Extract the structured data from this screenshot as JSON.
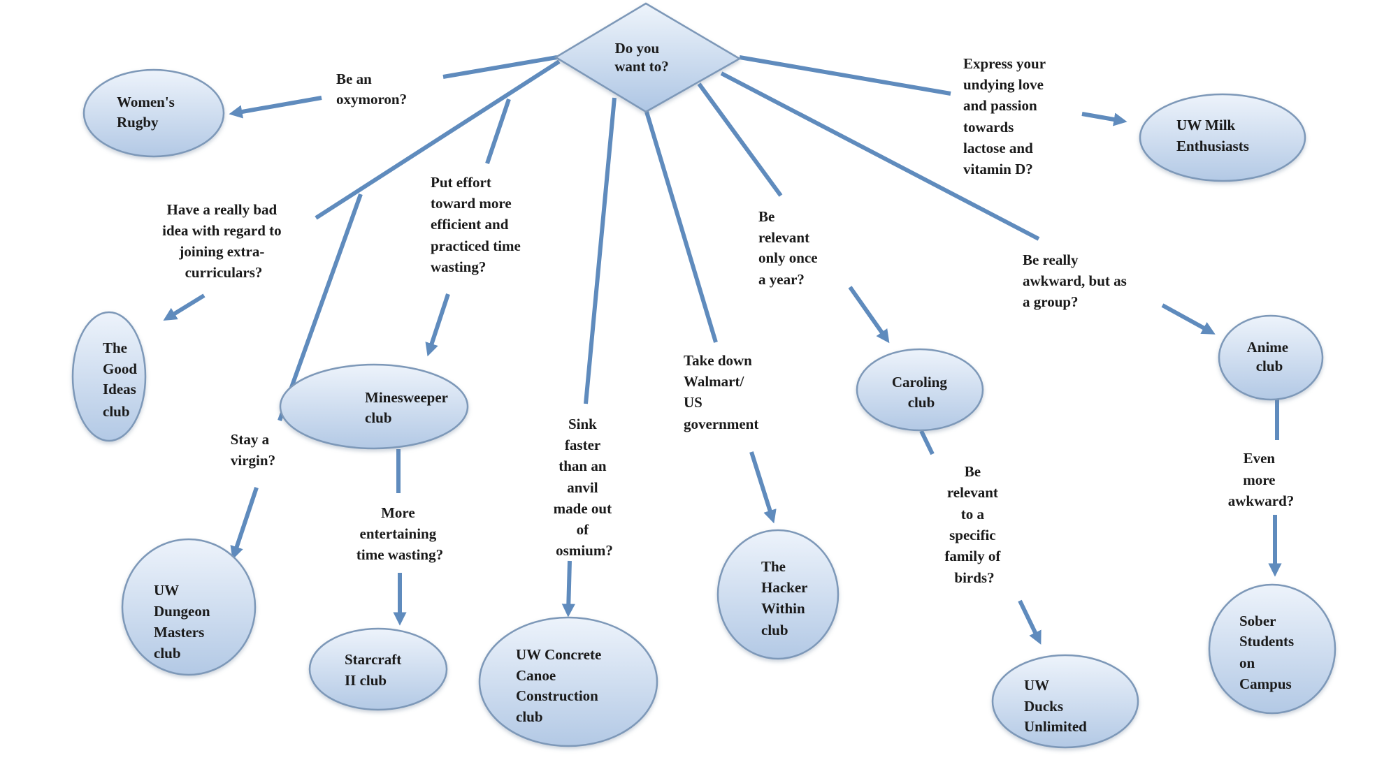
{
  "diagram": {
    "root": {
      "id": "root",
      "lines": [
        "Do you",
        "want to?"
      ]
    },
    "clubs": [
      {
        "id": "womens-rugby",
        "lines": [
          "Women's",
          "Rugby"
        ]
      },
      {
        "id": "good-ideas",
        "lines": [
          "The",
          "Good",
          "Ideas",
          "club"
        ]
      },
      {
        "id": "dungeon-masters",
        "lines": [
          "UW",
          "Dungeon",
          "Masters",
          "club"
        ]
      },
      {
        "id": "minesweeper",
        "lines": [
          "Minesweeper",
          "club"
        ]
      },
      {
        "id": "starcraft",
        "lines": [
          "Starcraft",
          "II club"
        ]
      },
      {
        "id": "concrete-canoe",
        "lines": [
          "UW Concrete",
          "Canoe",
          "Construction",
          "club"
        ]
      },
      {
        "id": "hacker-within",
        "lines": [
          "The",
          "Hacker",
          "Within",
          "club"
        ]
      },
      {
        "id": "caroling",
        "lines": [
          "Caroling",
          "club"
        ]
      },
      {
        "id": "ducks-unlimited",
        "lines": [
          "UW",
          "Ducks",
          "Unlimited"
        ]
      },
      {
        "id": "milk-enthusiasts",
        "lines": [
          "UW Milk",
          "Enthusiasts"
        ]
      },
      {
        "id": "anime",
        "lines": [
          "Anime",
          "club"
        ]
      },
      {
        "id": "sober-students",
        "lines": [
          "Sober",
          "Students",
          "on",
          "Campus"
        ]
      }
    ],
    "questions": [
      {
        "id": "q-oxymoron",
        "from": "root",
        "to": "womens-rugby",
        "lines": [
          "Be an",
          "oxymoron?"
        ]
      },
      {
        "id": "q-bad-idea",
        "from": "root",
        "to": "good-ideas",
        "lines": [
          "Have a really bad",
          "idea with regard to",
          "joining extra-",
          "curriculars?"
        ]
      },
      {
        "id": "q-virgin",
        "from": "root",
        "to": "dungeon-masters",
        "lines": [
          "Stay a",
          "virgin?"
        ]
      },
      {
        "id": "q-time-wasting",
        "from": "root",
        "to": "minesweeper",
        "lines": [
          "Put effort",
          "toward more",
          "efficient and",
          "practiced time",
          "wasting?"
        ]
      },
      {
        "id": "q-entertaining",
        "from": "minesweeper",
        "to": "starcraft",
        "lines": [
          "More",
          "entertaining",
          "time wasting?"
        ]
      },
      {
        "id": "q-sink",
        "from": "root",
        "to": "concrete-canoe",
        "lines": [
          "Sink",
          "faster",
          "than an",
          "anvil",
          "made out",
          "of",
          "osmium?"
        ]
      },
      {
        "id": "q-walmart",
        "from": "root",
        "to": "hacker-within",
        "lines": [
          "Take down",
          "Walmart/",
          "US",
          "government"
        ]
      },
      {
        "id": "q-once-a-year",
        "from": "root",
        "to": "caroling",
        "lines": [
          "Be",
          "relevant",
          "only once",
          "a year?"
        ]
      },
      {
        "id": "q-birds",
        "from": "caroling",
        "to": "ducks-unlimited",
        "lines": [
          "Be",
          "relevant",
          "to a",
          "specific",
          "family of",
          "birds?"
        ]
      },
      {
        "id": "q-lactose",
        "from": "root",
        "to": "milk-enthusiasts",
        "lines": [
          "Express your",
          "undying love",
          "and passion",
          "towards",
          "lactose and",
          "vitamin D?"
        ]
      },
      {
        "id": "q-awkward-group",
        "from": "root",
        "to": "anime",
        "lines": [
          "Be really",
          "awkward, but as",
          "a group?"
        ]
      },
      {
        "id": "q-even-more",
        "from": "anime",
        "to": "sober-students",
        "lines": [
          "Even",
          "more",
          "awkward?"
        ]
      }
    ]
  },
  "colors": {
    "edge": "#5f8bbd",
    "node_fill_top": "#eaf1fa",
    "node_fill_bottom": "#b7cce6",
    "node_stroke": "#7d98b8",
    "text": "#1a1a1a"
  }
}
